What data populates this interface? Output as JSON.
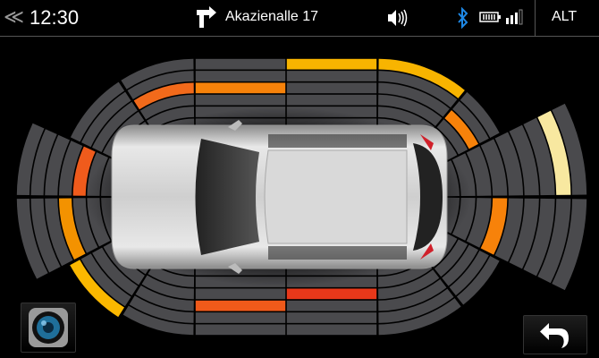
{
  "status_bar": {
    "time": "12:30",
    "street": "Akazienalle 17",
    "alt_label": "ALT",
    "icons": [
      "back-chevron-icon",
      "turn-right-icon",
      "volume-icon",
      "bluetooth-icon",
      "battery-icon",
      "signal-icon"
    ]
  },
  "colors": {
    "band": "#4a4a4d",
    "accent_bt": "#1e88e5"
  },
  "sensors": [
    {
      "zone": "front-left-corner-a",
      "level": 2,
      "color": "#f26a1b"
    },
    {
      "zone": "front-left-corner-b",
      "level": 5,
      "color": "#e2001a"
    },
    {
      "zone": "front-left-side-upper",
      "level": 4,
      "color": "#ef5b1c"
    },
    {
      "zone": "front-left-side-lower",
      "level": 3,
      "color": "#f39200"
    },
    {
      "zone": "front-left-corner-c",
      "level": 0,
      "color": "#fbb800"
    },
    {
      "zone": "front-left-corner-d",
      "level": null,
      "color": null
    },
    {
      "zone": "top-left",
      "level": 2,
      "color": "#f7820a"
    },
    {
      "zone": "top-right",
      "level": 0,
      "color": "#f8b400"
    },
    {
      "zone": "bottom-left",
      "level": 2,
      "color": "#f05a1a"
    },
    {
      "zone": "bottom-right",
      "level": 3,
      "color": "#e8381a"
    },
    {
      "zone": "rear-right-corner-a",
      "level": 0,
      "color": "#f8b400"
    },
    {
      "zone": "rear-right-corner-b",
      "level": 2,
      "color": "#f7820a"
    },
    {
      "zone": "rear-right-side-upper",
      "level": 1,
      "color": "#f8e8a0"
    },
    {
      "zone": "rear-right-side-lower",
      "level": 5,
      "color": "#f7820a"
    },
    {
      "zone": "rear-right-corner-c",
      "level": 5,
      "color": "#e2001a"
    },
    {
      "zone": "rear-right-corner-d",
      "level": null,
      "color": null
    }
  ],
  "buttons": {
    "camera": "camera-view",
    "back": "back"
  }
}
